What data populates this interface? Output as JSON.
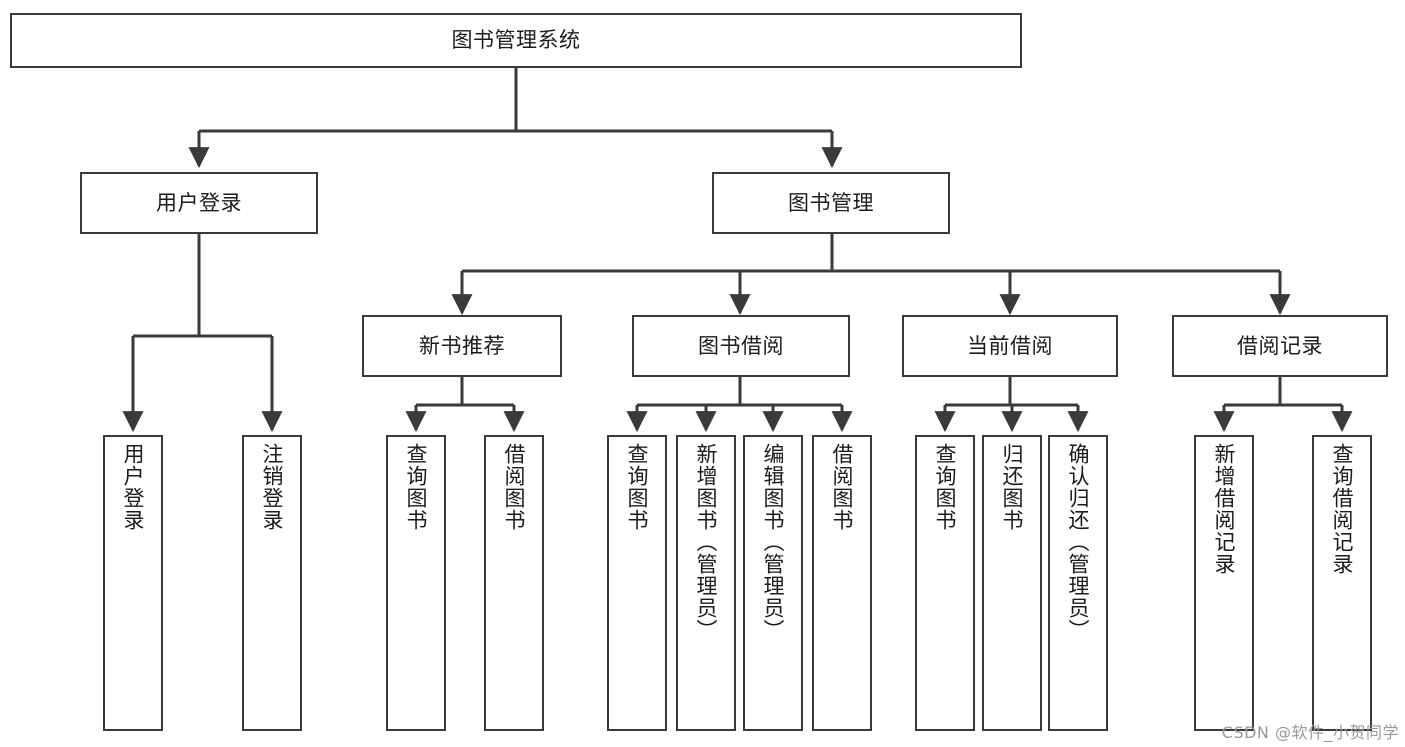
{
  "diagram": {
    "type": "tree-hierarchy",
    "title": "图书管理系统",
    "watermark": "CSDN @软件_小贺同学",
    "style": {
      "background": "#ffffff",
      "box_border": "#3a3a3a",
      "box_fill": "#ffffff",
      "connector": "#3a3a3a",
      "text": "#1c1c1c"
    },
    "root": {
      "label": "图书管理系统"
    },
    "level1": [
      {
        "label": "用户登录"
      },
      {
        "label": "图书管理"
      }
    ],
    "level2": [
      {
        "label": "新书推荐"
      },
      {
        "label": "图书借阅"
      },
      {
        "label": "当前借阅"
      },
      {
        "label": "借阅记录"
      }
    ],
    "leaves": {
      "user_login": [
        {
          "label": "用户登录"
        },
        {
          "label": "注销登录"
        }
      ],
      "new_book_recommend": [
        {
          "label": "查询图书"
        },
        {
          "label": "借阅图书"
        }
      ],
      "book_borrow": [
        {
          "label": "查询图书"
        },
        {
          "label": "新增图书（管理员）"
        },
        {
          "label": "编辑图书（管理员）"
        },
        {
          "label": "借阅图书"
        }
      ],
      "current_borrow": [
        {
          "label": "查询图书"
        },
        {
          "label": "归还图书"
        },
        {
          "label": "确认归还（管理员）"
        }
      ],
      "borrow_record": [
        {
          "label": "新增借阅记录"
        },
        {
          "label": "查询借阅记录"
        }
      ]
    }
  }
}
